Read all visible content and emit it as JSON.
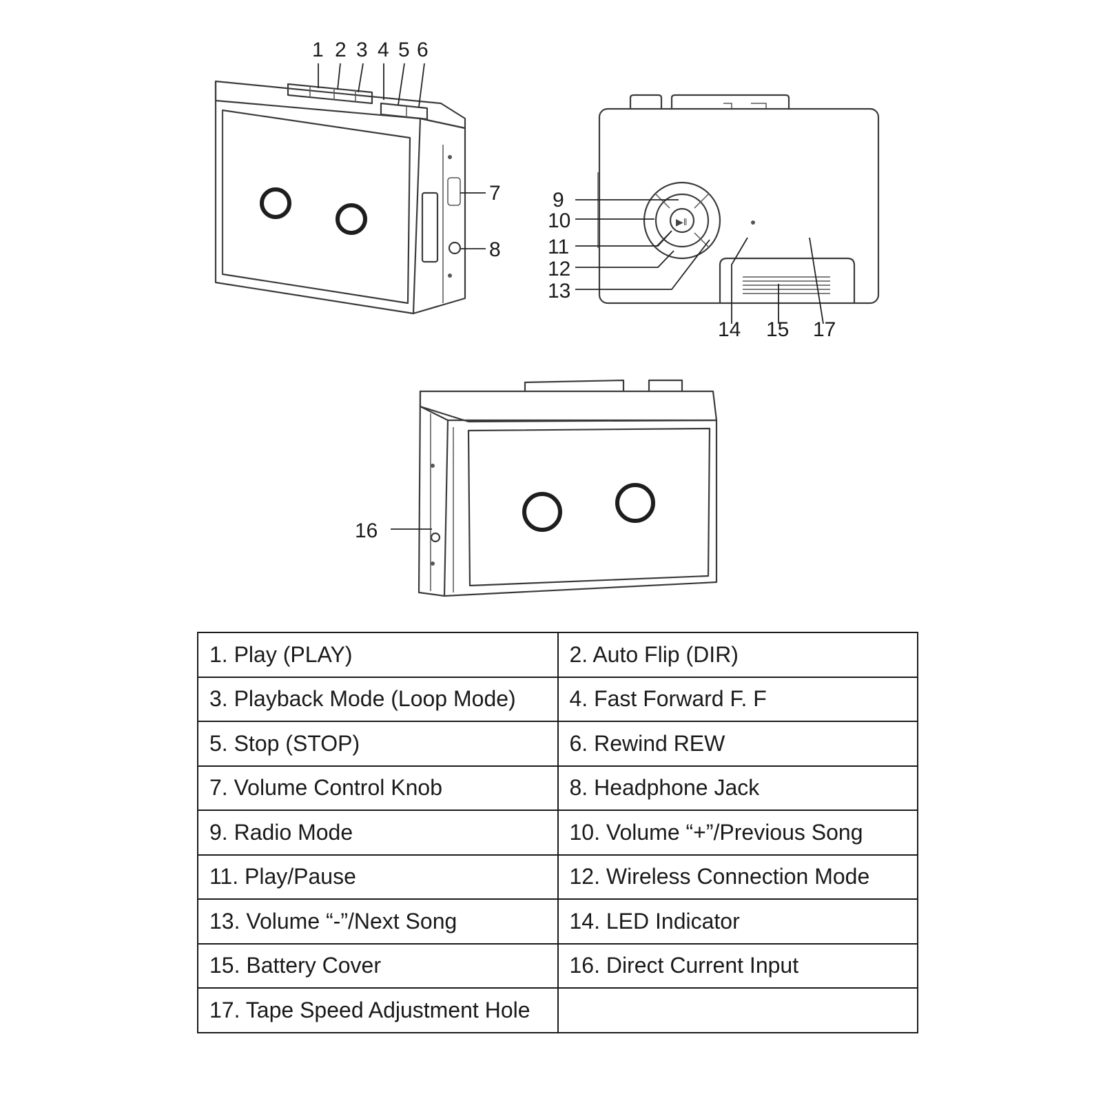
{
  "callouts": {
    "c1": "1",
    "c2": "2",
    "c3": "3",
    "c4": "4",
    "c5": "5",
    "c6": "6",
    "c7": "7",
    "c8": "8",
    "c9": "9",
    "c10": "10",
    "c11": "11",
    "c12": "12",
    "c13": "13",
    "c14": "14",
    "c15": "15",
    "c16": "16",
    "c17": "17"
  },
  "legend": {
    "rows": [
      [
        "1. Play (PLAY)",
        "2. Auto Flip (DIR)"
      ],
      [
        "3. Playback Mode (Loop Mode)",
        "4. Fast Forward F. F"
      ],
      [
        "5. Stop (STOP)",
        "6. Rewind REW"
      ],
      [
        "7. Volume Control Knob",
        "8. Headphone Jack"
      ],
      [
        "9. Radio Mode",
        "10. Volume “+”/Previous Song"
      ],
      [
        "11. Play/Pause",
        "12. Wireless Connection Mode"
      ],
      [
        "13. Volume “-”/Next Song",
        "14. LED Indicator"
      ],
      [
        "15. Battery Cover",
        "16. Direct Current Input"
      ],
      [
        "17. Tape Speed Adjustment Hole",
        ""
      ]
    ]
  }
}
